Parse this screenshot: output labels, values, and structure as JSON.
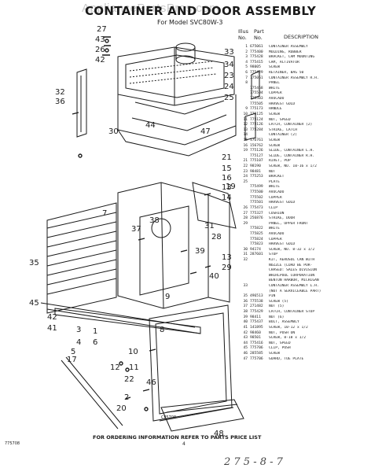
{
  "header": {
    "watermark": "AppliancePartsPros.com",
    "title": "CONTAINER AND DOOR ASSEMBLY",
    "subtitle": "For Model SVC80W-3"
  },
  "parts_table": {
    "col_ill": "Illus\nNo.",
    "col_part": "Part\nNo.",
    "col_desc": "DESCRIPTION",
    "rows": [
      [
        "1",
        "675061",
        "CONTAINER ASSEMBLY"
      ],
      [
        "2",
        "775400",
        "MOLDING, RUBBER"
      ],
      [
        "3",
        "775428",
        "BRACKET, CAM MOUNTING"
      ],
      [
        "4",
        "775415",
        "CAM, ACTIVATOR"
      ],
      [
        "5",
        "98005",
        "SCREW"
      ],
      [
        "6",
        "775429",
        "RETAINER, BAG 50"
      ],
      [
        "7",
        "775061",
        "CONTAINER ASSEMBLY R.H."
      ],
      [
        "8",
        "",
        "PANEL"
      ],
      [
        "",
        "775468",
        "WHITE"
      ],
      [
        "",
        "775504",
        "COPPER"
      ],
      [
        "",
        "775503",
        "AVOCADO"
      ],
      [
        "",
        "775505",
        "HARVEST GOLD"
      ],
      [
        "9",
        "775173",
        "HANDLE"
      ],
      [
        "10",
        "775125",
        "SCREW"
      ],
      [
        "11",
        "775124",
        "NUT, SPEED"
      ],
      [
        "12",
        "775126",
        "LATCH, CONTAINER (2)"
      ],
      [
        "13",
        "775284",
        "STRIKE, LATCH"
      ],
      [
        "14",
        "",
        "CONTAINER (2)"
      ],
      [
        "15",
        "176761",
        "SCREW"
      ],
      [
        "16",
        "156762",
        "SCREW"
      ],
      [
        "19",
        "775126",
        "SLIDE, CONTAINER L.H."
      ],
      [
        "",
        "775127",
        "SLIDE, CONTAINER R.H."
      ],
      [
        "21",
        "775107",
        "RIVET, POP"
      ],
      [
        "22",
        "98190",
        "SCREW, NO. 10-16 x 1/2"
      ],
      [
        "23",
        "98481",
        "NUT"
      ],
      [
        "24",
        "775253",
        "BRACKET"
      ],
      [
        "25",
        "",
        "PLATE"
      ],
      [
        "",
        "775499",
        "WHITE"
      ],
      [
        "",
        "775500",
        "AVOCADO"
      ],
      [
        "",
        "775502",
        "COPPER"
      ],
      [
        "",
        "775501",
        "HARVEST GOLD"
      ],
      [
        "26",
        "775473",
        "CLIP"
      ],
      [
        "27",
        "775327",
        "CUSHION"
      ],
      [
        "28",
        "256876",
        "STRIKE, DOOR"
      ],
      [
        "29",
        "",
        "PANEL, UPPER FRONT"
      ],
      [
        "",
        "775822",
        "WHITE"
      ],
      [
        "",
        "775825",
        "AVOCADO"
      ],
      [
        "",
        "775824",
        "COPPER"
      ],
      [
        "",
        "775823",
        "HARVEST GOLD"
      ],
      [
        "30",
        "94174",
        "SCREW, NO. 8-32 x 1/2"
      ],
      [
        "31",
        "287601",
        "STOP"
      ],
      [
        "32",
        "",
        "KIT, AEROSOL CAN WITH"
      ],
      [
        "",
        "",
        "NOZZLE (LOAD BE PUR-"
      ],
      [
        "",
        "",
        "CHASED: SALES DIVISION"
      ],
      [
        "",
        "",
        "WHIRLPOOL CORPORATION"
      ],
      [
        "",
        "",
        "BENTON HARBOR, MICHIGAN"
      ],
      [
        "33",
        "",
        "CONTAINER ASSEMBLY L.H."
      ],
      [
        "",
        "",
        "(NOT A SERVICEABLE PART)"
      ],
      [
        "35",
        "496513",
        "PIN"
      ],
      [
        "36",
        "775538",
        "SCREW (5)"
      ],
      [
        "37",
        "271482",
        "NUT (5)"
      ],
      [
        "38",
        "775429",
        "LATCH, CONTAINER STOP"
      ],
      [
        "39",
        "98411",
        "NUT (6)"
      ],
      [
        "40",
        "775437",
        "BOLT, ASSEMBLY"
      ],
      [
        "41",
        "141895",
        "SCREW, 10-12 x 1/2"
      ],
      [
        "42",
        "98460",
        "NUT, PUSH ON"
      ],
      [
        "43",
        "98501",
        "SCREW, 8-18 x 1/2"
      ],
      [
        "44",
        "775416",
        "NUT, SPEED"
      ],
      [
        "45",
        "775706",
        "CLIP, PUSH"
      ],
      [
        "46",
        "285585",
        "SCREW"
      ],
      [
        "47",
        "775706",
        "GUARD, TOE PLATE"
      ]
    ]
  },
  "callouts": [
    "27",
    "43",
    "26",
    "33",
    "42",
    "34",
    "23",
    "24",
    "25",
    "32",
    "36",
    "30",
    "44",
    "47",
    "21",
    "15",
    "16",
    "13",
    "14",
    "7",
    "38",
    "37",
    "35",
    "39",
    "40",
    "45",
    "42",
    "41",
    "9",
    "3",
    "1",
    "4",
    "5",
    "8",
    "6",
    "10",
    "12",
    "11",
    "22",
    "2",
    "46",
    "17",
    "20",
    "48",
    "13",
    "29",
    "19",
    "31",
    "28"
  ],
  "figure_code": "CF5708",
  "footer": {
    "instruction": "FOR ORDERING INFORMATION REFER TO PARTS PRICE LIST",
    "doc_number": "775708",
    "page_number": "4",
    "handwritten_note": "2 7 5 - 8 - 7"
  }
}
